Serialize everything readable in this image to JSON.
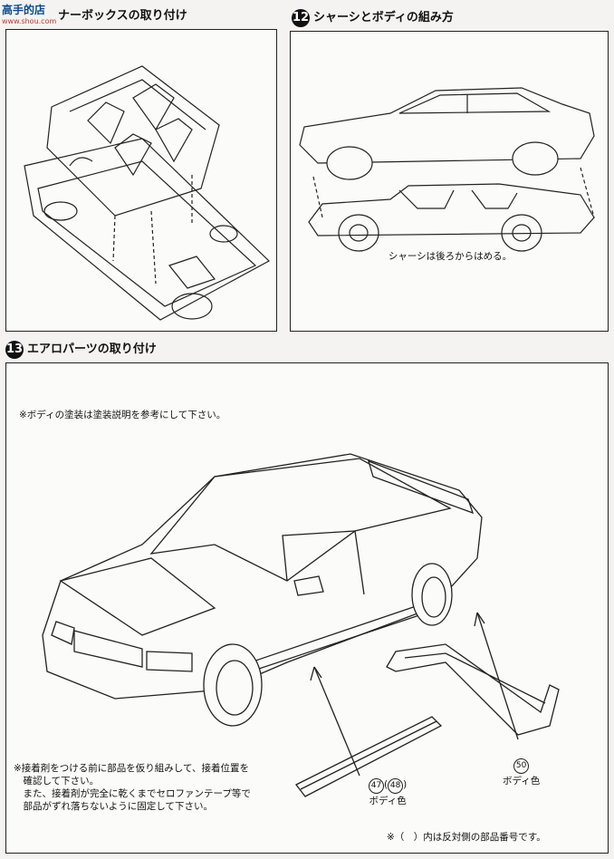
{
  "watermark": {
    "text": "高手的店",
    "domain": "www.shou.com"
  },
  "section_11": {
    "title": "ナーボックスの取り付け"
  },
  "section_12": {
    "number": "12",
    "title": "シャーシとボディの組み方",
    "caption": "シャーシは後ろからはめる。"
  },
  "section_13": {
    "number": "13",
    "title": "エアロパーツの取り付け",
    "paint_note": "※ボディの塗装は塗装説明を参考にして下さい。",
    "glue_note": [
      "※接着剤をつける前に部品を仮り組みして、接着位置を",
      "　確認して下さい。",
      "　また、接着剤が完全に乾くまでセロファンテープ等で",
      "　部品がずれ落ちないように固定して下さい。"
    ],
    "part_side": {
      "num_a": "47",
      "num_b": "48",
      "color": "ボディ色"
    },
    "part_rear": {
      "num": "50",
      "color": "ボディ色"
    },
    "footer_note": "※（　）内は反対側の部品番号です。"
  }
}
